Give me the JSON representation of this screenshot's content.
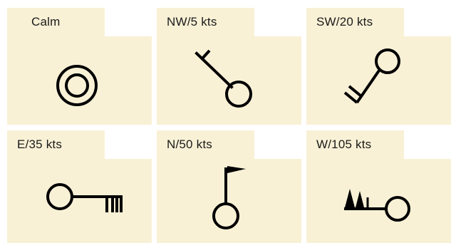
{
  "colors": {
    "card_fill": "#f9f1d6",
    "ink": "#000000"
  },
  "cards": [
    {
      "label": "Calm",
      "symbol": "calm-circle-icon"
    },
    {
      "label": "NW/5 kts",
      "symbol": "wind-barb-nw-5-icon"
    },
    {
      "label": "SW/20 kts",
      "symbol": "wind-barb-sw-20-icon"
    },
    {
      "label": "E/35 kts",
      "symbol": "wind-barb-e-35-icon"
    },
    {
      "label": "N/50 kts",
      "symbol": "wind-barb-n-50-icon"
    },
    {
      "label": "W/105 kts",
      "symbol": "wind-barb-w-105-icon"
    }
  ]
}
